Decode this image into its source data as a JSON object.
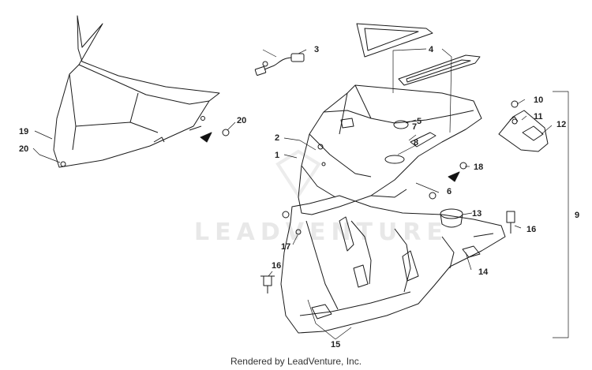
{
  "watermark": "LEADVENTURE",
  "footer": "Rendered by LeadVenture, Inc.",
  "callouts": {
    "c1": "1",
    "c2": "2",
    "c3": "3",
    "c4": "4",
    "c5": "5",
    "c6": "6",
    "c7": "7",
    "c8": "8",
    "c9": "9",
    "c10": "10",
    "c11": "11",
    "c12": "12",
    "c13": "13",
    "c14": "14",
    "c15": "15",
    "c16a": "16",
    "c16b": "16",
    "c17": "17",
    "c18": "18",
    "c19": "19",
    "c20a": "20",
    "c20b": "20"
  }
}
